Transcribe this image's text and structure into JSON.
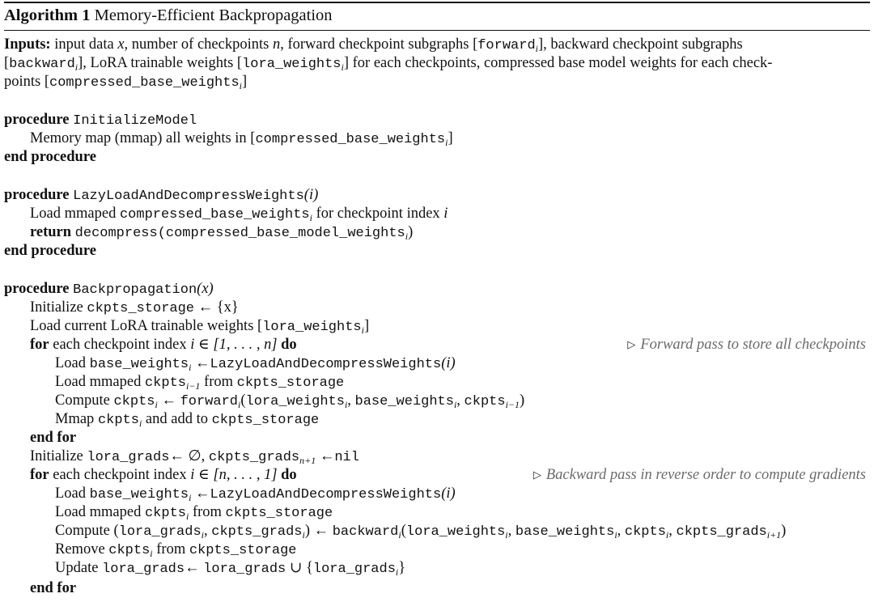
{
  "algorithm": {
    "label": "Algorithm 1",
    "title": "Memory-Efficient Backpropagation"
  },
  "inputs": {
    "label": "Inputs:",
    "line1_a": "input data ",
    "line1_x": "x",
    "line1_b": ", number of checkpoints ",
    "line1_n": "n",
    "line1_c": ", forward checkpoint subgraphs [",
    "line1_forward": "forward",
    "line1_d": "], backward checkpoint subgraphs",
    "line2_a": "[",
    "line2_backward": "backward",
    "line2_b": "], LoRA trainable weights [",
    "line2_lora": "lora_weights",
    "line2_c": "] for each checkpoints, compressed base model weights for each check-",
    "line3_a": "points [",
    "line3_cbw": "compressed_base_weights",
    "line3_b": "]"
  },
  "proc1": {
    "kw": "procedure",
    "name": "InitializeModel",
    "body_a": "Memory map (mmap) all weights in [",
    "body_code": "compressed_base_weights",
    "body_b": "]",
    "end": "end procedure"
  },
  "proc2": {
    "kw": "procedure",
    "name": "LazyLoadAndDecompressWeights",
    "arg": "(i)",
    "line1_a": "Load mmaped ",
    "line1_code": "compressed_base_weights",
    "line1_b": " for checkpoint index ",
    "line1_i": "i",
    "return_kw": "return",
    "return_code": "decompress(compressed_base_model_weights",
    "return_close": ")",
    "end": "end procedure"
  },
  "proc3": {
    "kw": "procedure",
    "name": "Backpropagation",
    "arg": "(x)",
    "l1_a": "Initialize ",
    "l1_code": "ckpts_storage",
    "l1_b": " ← {x}",
    "l2_a": "Load current LoRA trainable weights [",
    "l2_code": "lora_weights",
    "l2_b": "]",
    "for1_kw": "for",
    "for1_a": " each checkpoint index ",
    "for1_range": "i ∈ [1, . . . , n]",
    "for1_do": "do",
    "for1_comment": "Forward pass to store all checkpoints",
    "f1_l1_a": "Load ",
    "f1_l1_code": "base_weights",
    "f1_l1_b": " ←",
    "f1_l1_code2": "LazyLoadAndDecompressWeights",
    "f1_l1_c": "(i)",
    "f1_l2_a": "Load mmaped ",
    "f1_l2_code": "ckpts",
    "f1_l2_sub": "i−1",
    "f1_l2_b": " from ",
    "f1_l2_code2": "ckpts_storage",
    "f1_l3_a": "Compute ",
    "f1_l3_code": "ckpts",
    "f1_l3_b": " ← ",
    "f1_l3_code2": "forward",
    "f1_l3_c": "(",
    "f1_l3_code3": "lora_weights",
    "f1_l3_d": ", ",
    "f1_l3_code4": "base_weights",
    "f1_l3_e": ", ",
    "f1_l3_code5": "ckpts",
    "f1_l3_sub5": "i−1",
    "f1_l3_f": ")",
    "f1_l4_a": "Mmap ",
    "f1_l4_code": "ckpts",
    "f1_l4_b": " and add to ",
    "f1_l4_code2": "ckpts_storage",
    "endfor1": "end for",
    "init_a": "Initialize ",
    "init_code": "lora_grads",
    "init_b": "← ∅, ",
    "init_code2": "ckpts_grads",
    "init_sub2": "n+1",
    "init_c": " ←",
    "init_code3": "nil",
    "for2_kw": "for",
    "for2_a": " each checkpoint index ",
    "for2_range": "i ∈ [n, . . . , 1]",
    "for2_do": "do",
    "for2_comment": "Backward pass in reverse order to compute gradients",
    "f2_l1_a": "Load ",
    "f2_l1_code": "base_weights",
    "f2_l1_b": " ←",
    "f2_l1_code2": "LazyLoadAndDecompressWeights",
    "f2_l1_c": "(i)",
    "f2_l2_a": "Load mmaped ",
    "f2_l2_code": "ckpts",
    "f2_l2_b": " from ",
    "f2_l2_code2": "ckpts_storage",
    "f2_l3_a": "Compute (",
    "f2_l3_code": "lora_grads",
    "f2_l3_b": ", ",
    "f2_l3_code2": "ckpts_grads",
    "f2_l3_c": ") ← ",
    "f2_l3_code3": "backward",
    "f2_l3_d": "(",
    "f2_l3_code4": "lora_weights",
    "f2_l3_e": ", ",
    "f2_l3_code5": "base_weights",
    "f2_l3_f": ", ",
    "f2_l3_code6": "ckpts",
    "f2_l3_g": ", ",
    "f2_l3_code7": "ckpts_grads",
    "f2_l3_sub7": "i+1",
    "f2_l3_h": ")",
    "f2_l4_a": "Remove ",
    "f2_l4_code": "ckpts",
    "f2_l4_b": " from ",
    "f2_l4_code2": "ckpts_storage",
    "f2_l5_a": "Update ",
    "f2_l5_code": "lora_grads",
    "f2_l5_b": "← ",
    "f2_l5_code2": "lora_grads",
    "f2_l5_c": " ∪ {",
    "f2_l5_code3": "lora_grads",
    "f2_l5_d": "}",
    "endfor2": "end for"
  },
  "symbols": {
    "sub_i": "i",
    "comment_marker": "▷"
  }
}
